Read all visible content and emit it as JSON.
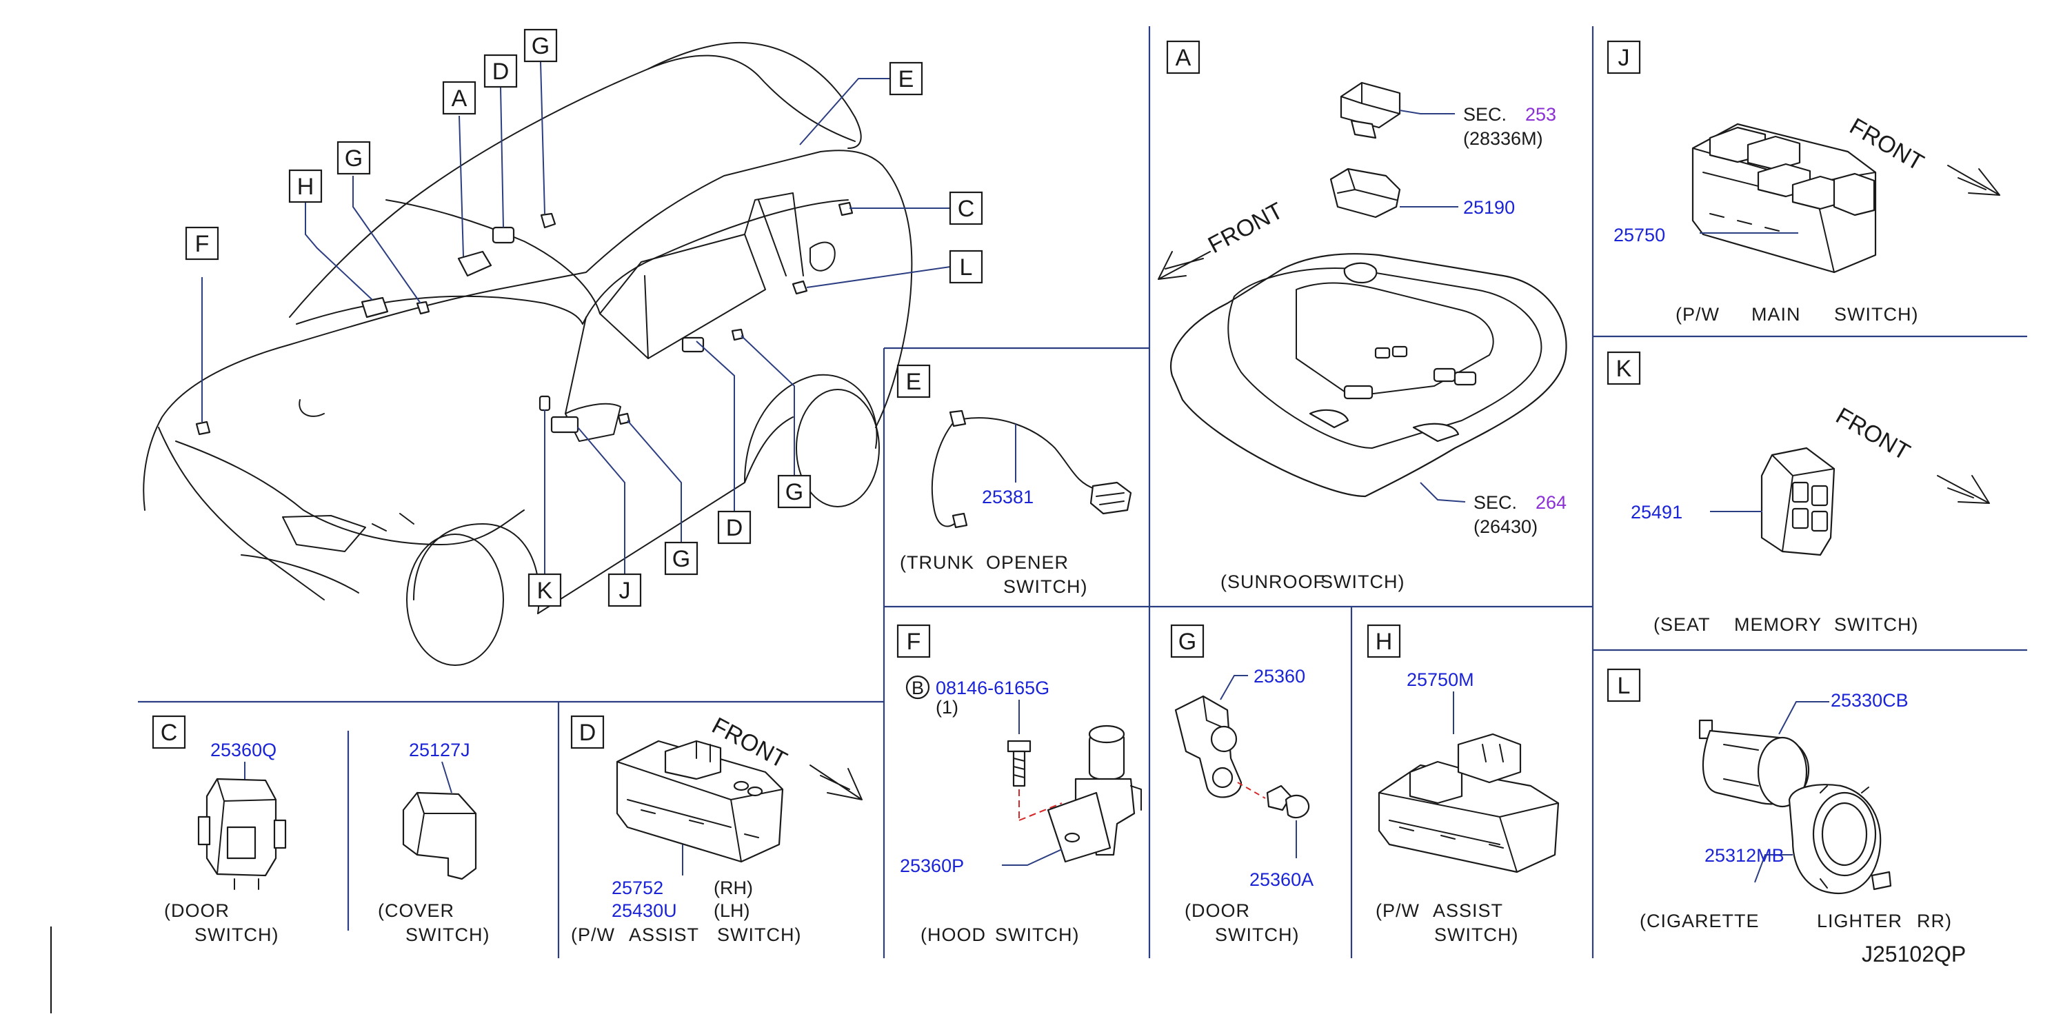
{
  "diagram_code": "J25102QP",
  "front_label": "FRONT",
  "callouts": {
    "A": "A",
    "B": "B",
    "C": "C",
    "D": "D",
    "E": "E",
    "F": "F",
    "G": "G",
    "H": "H",
    "J": "J",
    "K": "K",
    "L": "L"
  },
  "panels": {
    "A": {
      "part_1": {
        "sec_prefix": "SEC.",
        "sec_num": "253",
        "sub": "(28336M)"
      },
      "part_2": "25190",
      "part_3": {
        "sec_prefix": "SEC.",
        "sec_num": "264",
        "sub": "(26430)"
      },
      "caption_1": "(SUNROOF",
      "caption_2": "SWITCH)"
    },
    "J": {
      "part": "25750",
      "caption_1": "(P/W",
      "caption_2": "MAIN",
      "caption_3": "SWITCH)"
    },
    "K": {
      "part": "25491",
      "caption_1": "(SEAT",
      "caption_2": "MEMORY",
      "caption_3": "SWITCH)"
    },
    "E": {
      "part": "25381",
      "caption_1": "(TRUNK",
      "caption_2": "OPENER",
      "caption_3": "SWITCH)"
    },
    "C": {
      "part_1": "25360Q",
      "part_2": "25127J",
      "caption_1a": "(DOOR",
      "caption_1b": "SWITCH)",
      "caption_2a": "(COVER",
      "caption_2b": "SWITCH)"
    },
    "D": {
      "part_rh": "25752",
      "part_lh": "25430U",
      "rh": "(RH)",
      "lh": "(LH)",
      "caption_1": "(P/W",
      "caption_2": "ASSIST",
      "caption_3": "SWITCH)"
    },
    "F": {
      "bolt_mark": "B",
      "bolt": "08146-6165G",
      "bolt_qty": "(1)",
      "part": "25360P",
      "caption_1": "(HOOD",
      "caption_2": "SWITCH)"
    },
    "G": {
      "part_1": "25360",
      "part_2": "25360A",
      "caption_1": "(DOOR",
      "caption_2": "SWITCH)"
    },
    "H": {
      "part": "25750M",
      "caption_1": "(P/W",
      "caption_2": "ASSIST",
      "caption_3": "SWITCH)"
    },
    "L": {
      "part_1": "25330CB",
      "part_2": "25312MB",
      "caption_1": "(CIGARETTE",
      "caption_2": "LIGHTER",
      "caption_3": "RR)"
    }
  }
}
